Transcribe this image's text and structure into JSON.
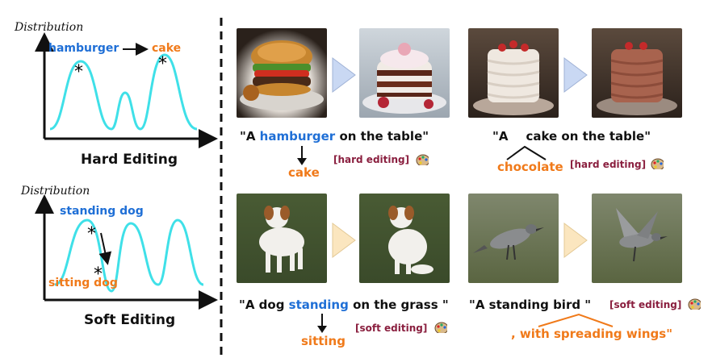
{
  "left": {
    "hard": {
      "distribution_label": "Distribution",
      "from_word": "hamburger",
      "to_word": "cake",
      "title": "Hard Editing"
    },
    "soft": {
      "distribution_label": "Distribution",
      "from_word": "standing dog",
      "to_word": "sitting dog",
      "title": "Soft Editing"
    }
  },
  "examples": {
    "burger": {
      "prompt_pre": "\"A ",
      "prompt_highlight": "hamburger",
      "prompt_post": " on the table\"",
      "replacement": "cake",
      "tag": "[hard editing]"
    },
    "cake": {
      "prompt_pre": "\"A",
      "prompt_post": "cake on the table\"",
      "insertion": "chocolate",
      "tag": "[hard editing]"
    },
    "dog": {
      "prompt_pre": "\"A dog ",
      "prompt_highlight": "standing",
      "prompt_post": " on the grass \"",
      "replacement": "sitting",
      "tag": "[soft editing]"
    },
    "bird": {
      "prompt": "\"A standing bird \"",
      "insertion": ", with spreading wings\"",
      "tag": "[soft editing]"
    }
  },
  "colors": {
    "curve": "#3fe0e8",
    "blue_word": "#1f6fd6",
    "orange_word": "#f07a1a",
    "tag": "#8a1f3f",
    "hard_triangle": "#c9d8f3",
    "soft_triangle": "#fbe6bf"
  }
}
